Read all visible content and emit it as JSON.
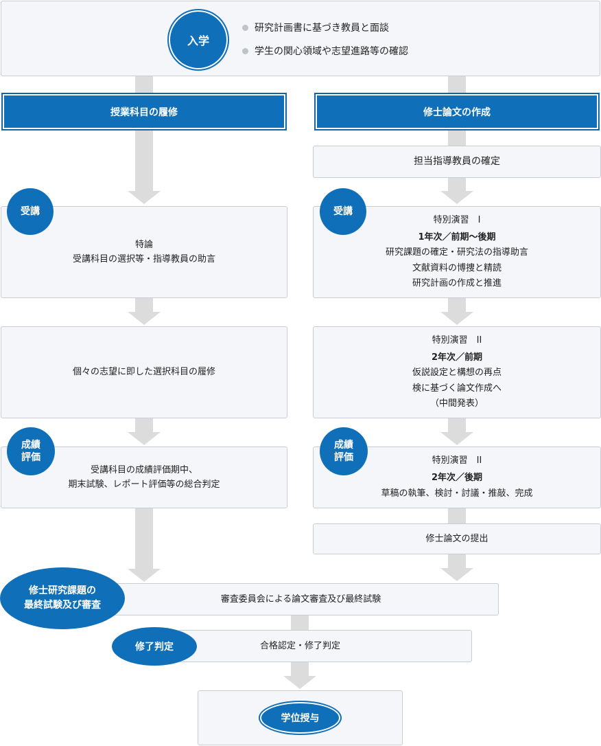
{
  "admission": {
    "label": "入学",
    "bullets": [
      "研究計画書に基づき教員と面談",
      "学生の関心領域や志望進路等の確認"
    ]
  },
  "left": {
    "header": "授業科目の履修",
    "jukou_badge": "受講",
    "jukou_lines": [
      "特論",
      "受講科目の選択等・指導教員の助言"
    ],
    "elective": "個々の志望に即した選択科目の履修",
    "grade_badge": [
      "成績",
      "評価"
    ],
    "grade_lines": [
      "受講科目の成績評価期中、",
      "期末試験、レポート評価等の総合判定"
    ]
  },
  "right": {
    "header": "修士論文の作成",
    "advisor": "担当指導教員の確定",
    "jukou_badge": "受講",
    "seminar1": {
      "title": "特別演習　I",
      "term": "1年次／前期～後期",
      "lines": [
        "研究課題の確定・研究法の指導助言",
        "文献資料の博捜と精読",
        "研究計画の作成と推進"
      ]
    },
    "seminar2a": {
      "title": "特別演習　II",
      "term": "2年次／前期",
      "lines": [
        "仮説設定と構想の再点",
        "検に基づく論文作成へ",
        "（中間発表）"
      ]
    },
    "grade_badge": [
      "成績",
      "評価"
    ],
    "seminar2b": {
      "title": "特別演習　II",
      "term": "2年次／後期",
      "lines": [
        "草稿の執筆、検討・討議・推敲、完成"
      ]
    },
    "submit": "修士論文の提出"
  },
  "final_exam": {
    "badge": [
      "修士研究課題の",
      "最終試験及び審査"
    ],
    "text": "審査委員会による論文審査及び最終試験"
  },
  "completion": {
    "badge": "修了判定",
    "text": "合格認定・修了判定"
  },
  "degree": {
    "label": "学位授与"
  },
  "colors": {
    "primary_blue": "#0f6fb8",
    "box_fill": "#f5f6fa",
    "arrow_gray": "#dcdcdc"
  }
}
